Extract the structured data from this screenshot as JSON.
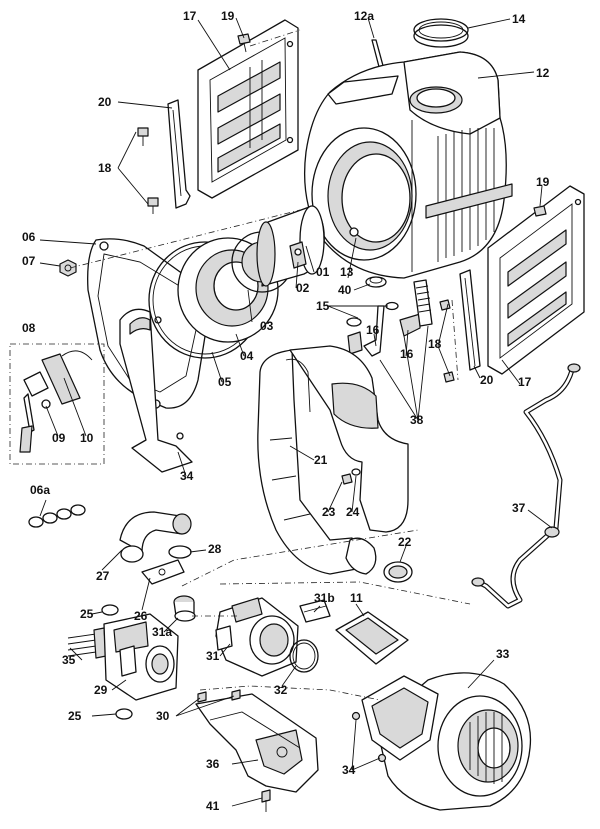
{
  "callouts": [
    {
      "id": "17a",
      "text": "17"
    },
    {
      "id": "19a",
      "text": "19"
    },
    {
      "id": "12a",
      "text": "12a"
    },
    {
      "id": "14",
      "text": "14"
    },
    {
      "id": "12",
      "text": "12"
    },
    {
      "id": "20a",
      "text": "20"
    },
    {
      "id": "18a",
      "text": "18"
    },
    {
      "id": "19b",
      "text": "19"
    },
    {
      "id": "06",
      "text": "06"
    },
    {
      "id": "07",
      "text": "07"
    },
    {
      "id": "01",
      "text": "01"
    },
    {
      "id": "13",
      "text": "13"
    },
    {
      "id": "02",
      "text": "02"
    },
    {
      "id": "40",
      "text": "40"
    },
    {
      "id": "15",
      "text": "15"
    },
    {
      "id": "08",
      "text": "08"
    },
    {
      "id": "03",
      "text": "03"
    },
    {
      "id": "16a",
      "text": "16"
    },
    {
      "id": "16b",
      "text": "16"
    },
    {
      "id": "18b",
      "text": "18"
    },
    {
      "id": "04",
      "text": "04"
    },
    {
      "id": "05",
      "text": "05"
    },
    {
      "id": "20b",
      "text": "20"
    },
    {
      "id": "17b",
      "text": "17"
    },
    {
      "id": "09",
      "text": "09"
    },
    {
      "id": "10",
      "text": "10"
    },
    {
      "id": "38",
      "text": "38"
    },
    {
      "id": "21",
      "text": "21"
    },
    {
      "id": "34a",
      "text": "34"
    },
    {
      "id": "06a",
      "text": "06a"
    },
    {
      "id": "23",
      "text": "23"
    },
    {
      "id": "24",
      "text": "24"
    },
    {
      "id": "37",
      "text": "37"
    },
    {
      "id": "22",
      "text": "22"
    },
    {
      "id": "28",
      "text": "28"
    },
    {
      "id": "27",
      "text": "27"
    },
    {
      "id": "31b",
      "text": "31b"
    },
    {
      "id": "11",
      "text": "11"
    },
    {
      "id": "25a",
      "text": "25"
    },
    {
      "id": "26",
      "text": "26"
    },
    {
      "id": "31a",
      "text": "31a"
    },
    {
      "id": "33",
      "text": "33"
    },
    {
      "id": "35",
      "text": "35"
    },
    {
      "id": "31",
      "text": "31"
    },
    {
      "id": "29",
      "text": "29"
    },
    {
      "id": "32",
      "text": "32"
    },
    {
      "id": "25b",
      "text": "25"
    },
    {
      "id": "30",
      "text": "30"
    },
    {
      "id": "34b",
      "text": "34"
    },
    {
      "id": "36",
      "text": "36"
    },
    {
      "id": "41",
      "text": "41"
    }
  ]
}
